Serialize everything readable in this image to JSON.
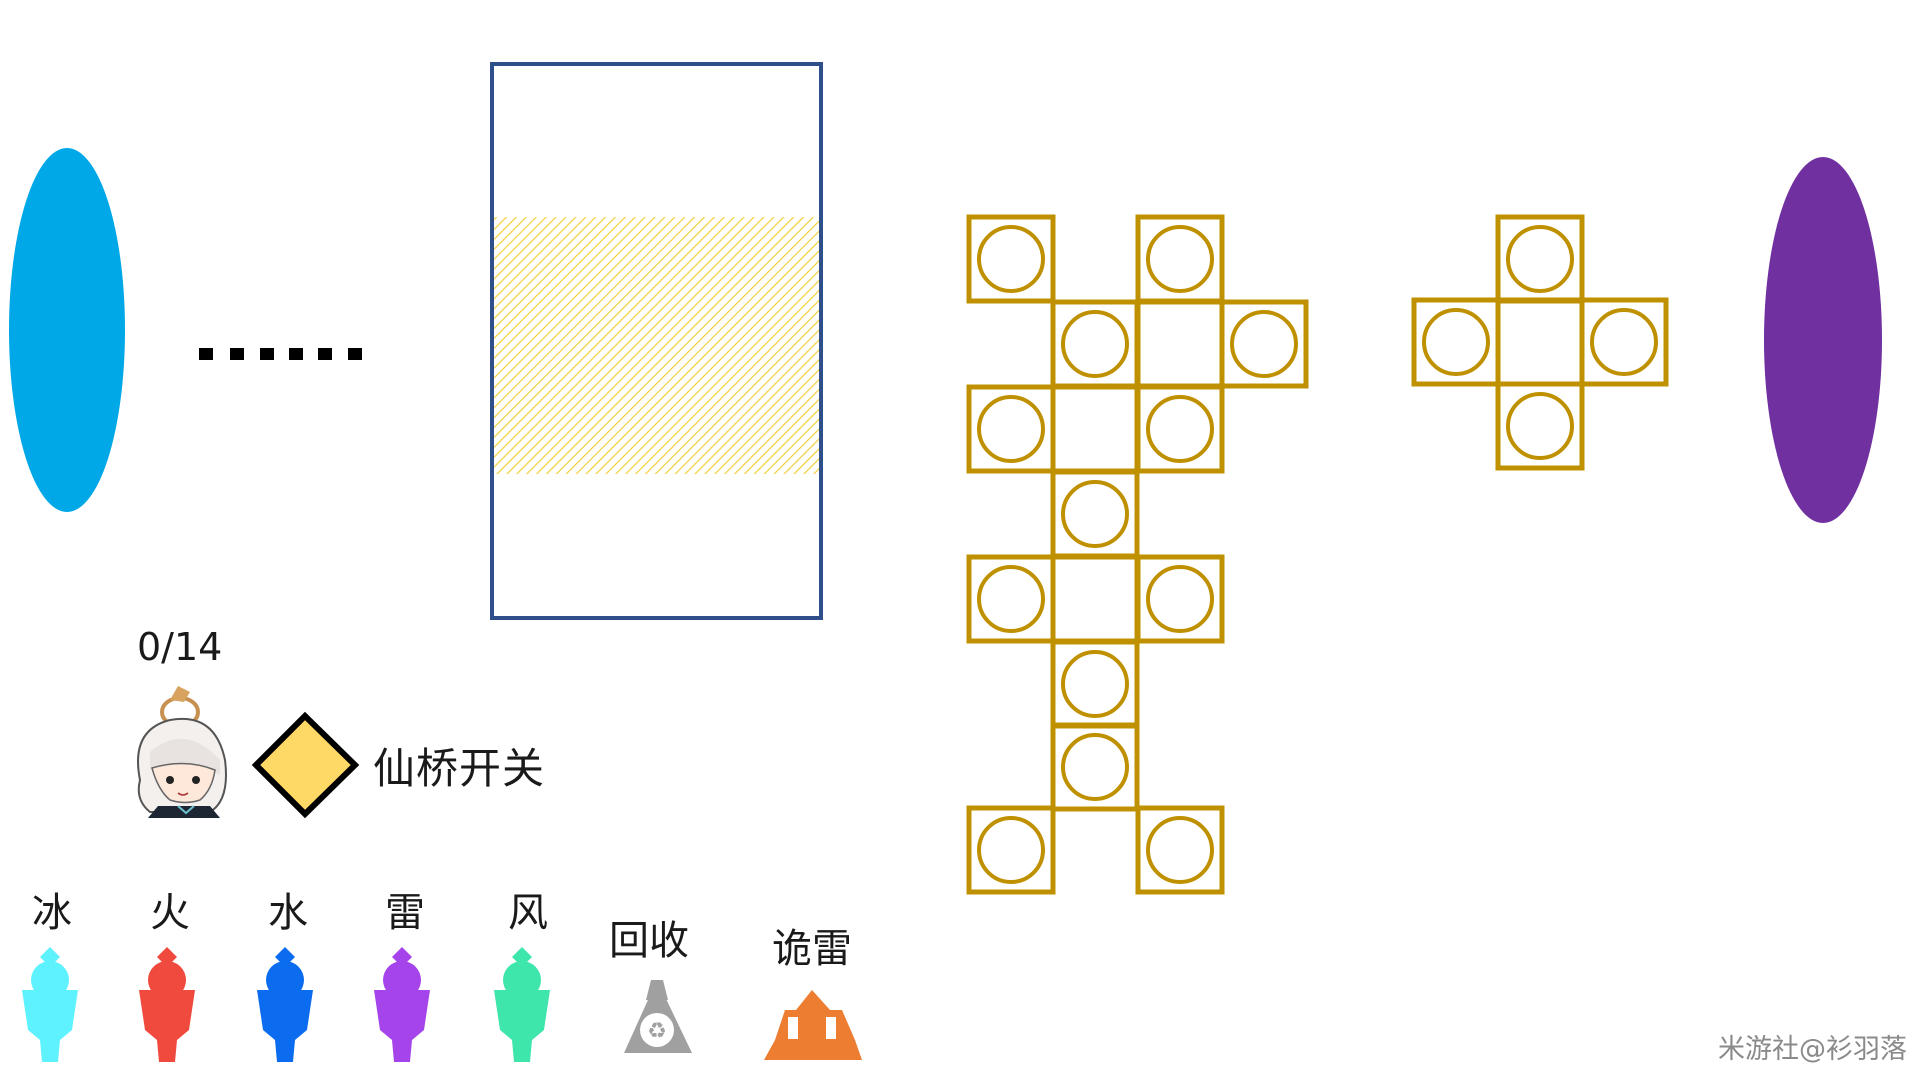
{
  "colors": {
    "left_portal": "#00a8e8",
    "right_portal": "#7030a0",
    "frame_border": "#2f4f8a",
    "hatch": "#f2cf3a",
    "tile_gold": "#bf9000",
    "switch_fill": "#ffd966",
    "ice": "#5ef2ff",
    "fire": "#f04a3e",
    "water": "#0b6cf0",
    "thunder": "#a544ea",
    "wind": "#3ee6ac",
    "recycle": "#a0a0a0",
    "weird_thunder": "#ed7d31"
  },
  "counter": "0/14",
  "legend": {
    "switch_label": "仙桥开关",
    "elements": [
      "冰",
      "火",
      "水",
      "雷",
      "风"
    ],
    "recycle_label": "回收",
    "weird_thunder_label": "诡雷"
  },
  "icons": {
    "left_portal": "left-portal-ellipse",
    "right_portal": "right-portal-ellipse",
    "dots": "ellipsis-dots",
    "paimon": "paimon-avatar",
    "switch": "bridge-switch-diamond",
    "recycle": "recycle-icon",
    "weird_thunder": "weird-thunder-icon"
  },
  "watermark": "米游社@衫羽落"
}
